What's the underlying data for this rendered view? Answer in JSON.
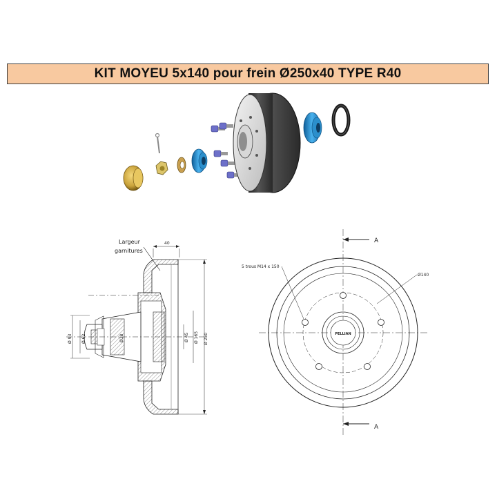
{
  "header": {
    "title": "KIT MOYEU 5x140 pour frein Ø250x40 TYPE R40"
  },
  "section_view": {
    "label_line1": "Largeur",
    "label_line2": "garnitures",
    "dim_width": "40",
    "dim_d93": "Ø 93",
    "dim_d62": "Ø 62",
    "dim_d38": "Ø38",
    "dim_d45": "Ø 45",
    "dim_d165": "Ø 165",
    "dim_d250": "Ø 250"
  },
  "front_view": {
    "section_label_top": "A",
    "section_label_bottom": "A",
    "holes_label": "5 trous M14 x 150",
    "pcd_label": "Ø140",
    "hub_logo": "PELLIAN"
  },
  "colors": {
    "banner_bg": "#f8c9a0",
    "bearing_blue": "#2b8fcc",
    "brass": "#c9a23a",
    "drum_dark": "#3a3a3a"
  }
}
